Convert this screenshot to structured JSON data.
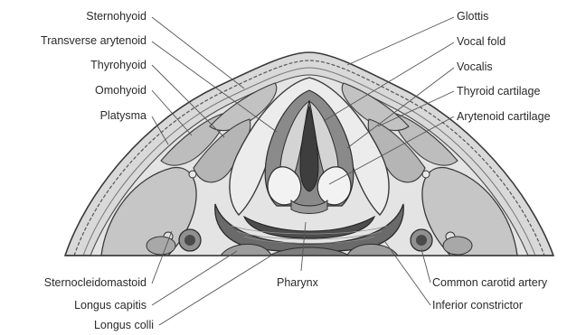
{
  "labels_left": [
    {
      "key": "sternohyoid",
      "text": "Sternohyoid"
    },
    {
      "key": "transverse_arytenoid",
      "text": "Transverse arytenoid"
    },
    {
      "key": "thyrohyoid",
      "text": "Thyrohyoid"
    },
    {
      "key": "omohyoid",
      "text": "Omohyoid"
    },
    {
      "key": "platysma",
      "text": "Platysma"
    },
    {
      "key": "sternocleidomastoid",
      "text": "Sternocleidomastoid"
    },
    {
      "key": "longus_capitis",
      "text": "Longus capitis"
    },
    {
      "key": "longus_colli",
      "text": "Longus colli"
    }
  ],
  "labels_right": [
    {
      "key": "glottis",
      "text": "Glottis"
    },
    {
      "key": "vocal_fold",
      "text": "Vocal fold"
    },
    {
      "key": "vocalis",
      "text": "Vocalis"
    },
    {
      "key": "thyroid_cartilage",
      "text": "Thyroid cartilage"
    },
    {
      "key": "arytenoid_cartilage",
      "text": "Arytenoid cartilage"
    },
    {
      "key": "common_carotid_artery",
      "text": "Common carotid artery"
    },
    {
      "key": "inferior_constrictor",
      "text": "Inferior constrictor"
    }
  ],
  "labels_center": [
    {
      "key": "pharynx",
      "text": "Pharynx"
    }
  ],
  "colors": {
    "muscle": "#b8b8b8",
    "dark_muscle": "#6e6e6e",
    "cartilage": "#e9e9e9",
    "outline": "#3a3a3a",
    "skin": "#d2d2d2",
    "glottis": "#4a4a4a"
  }
}
